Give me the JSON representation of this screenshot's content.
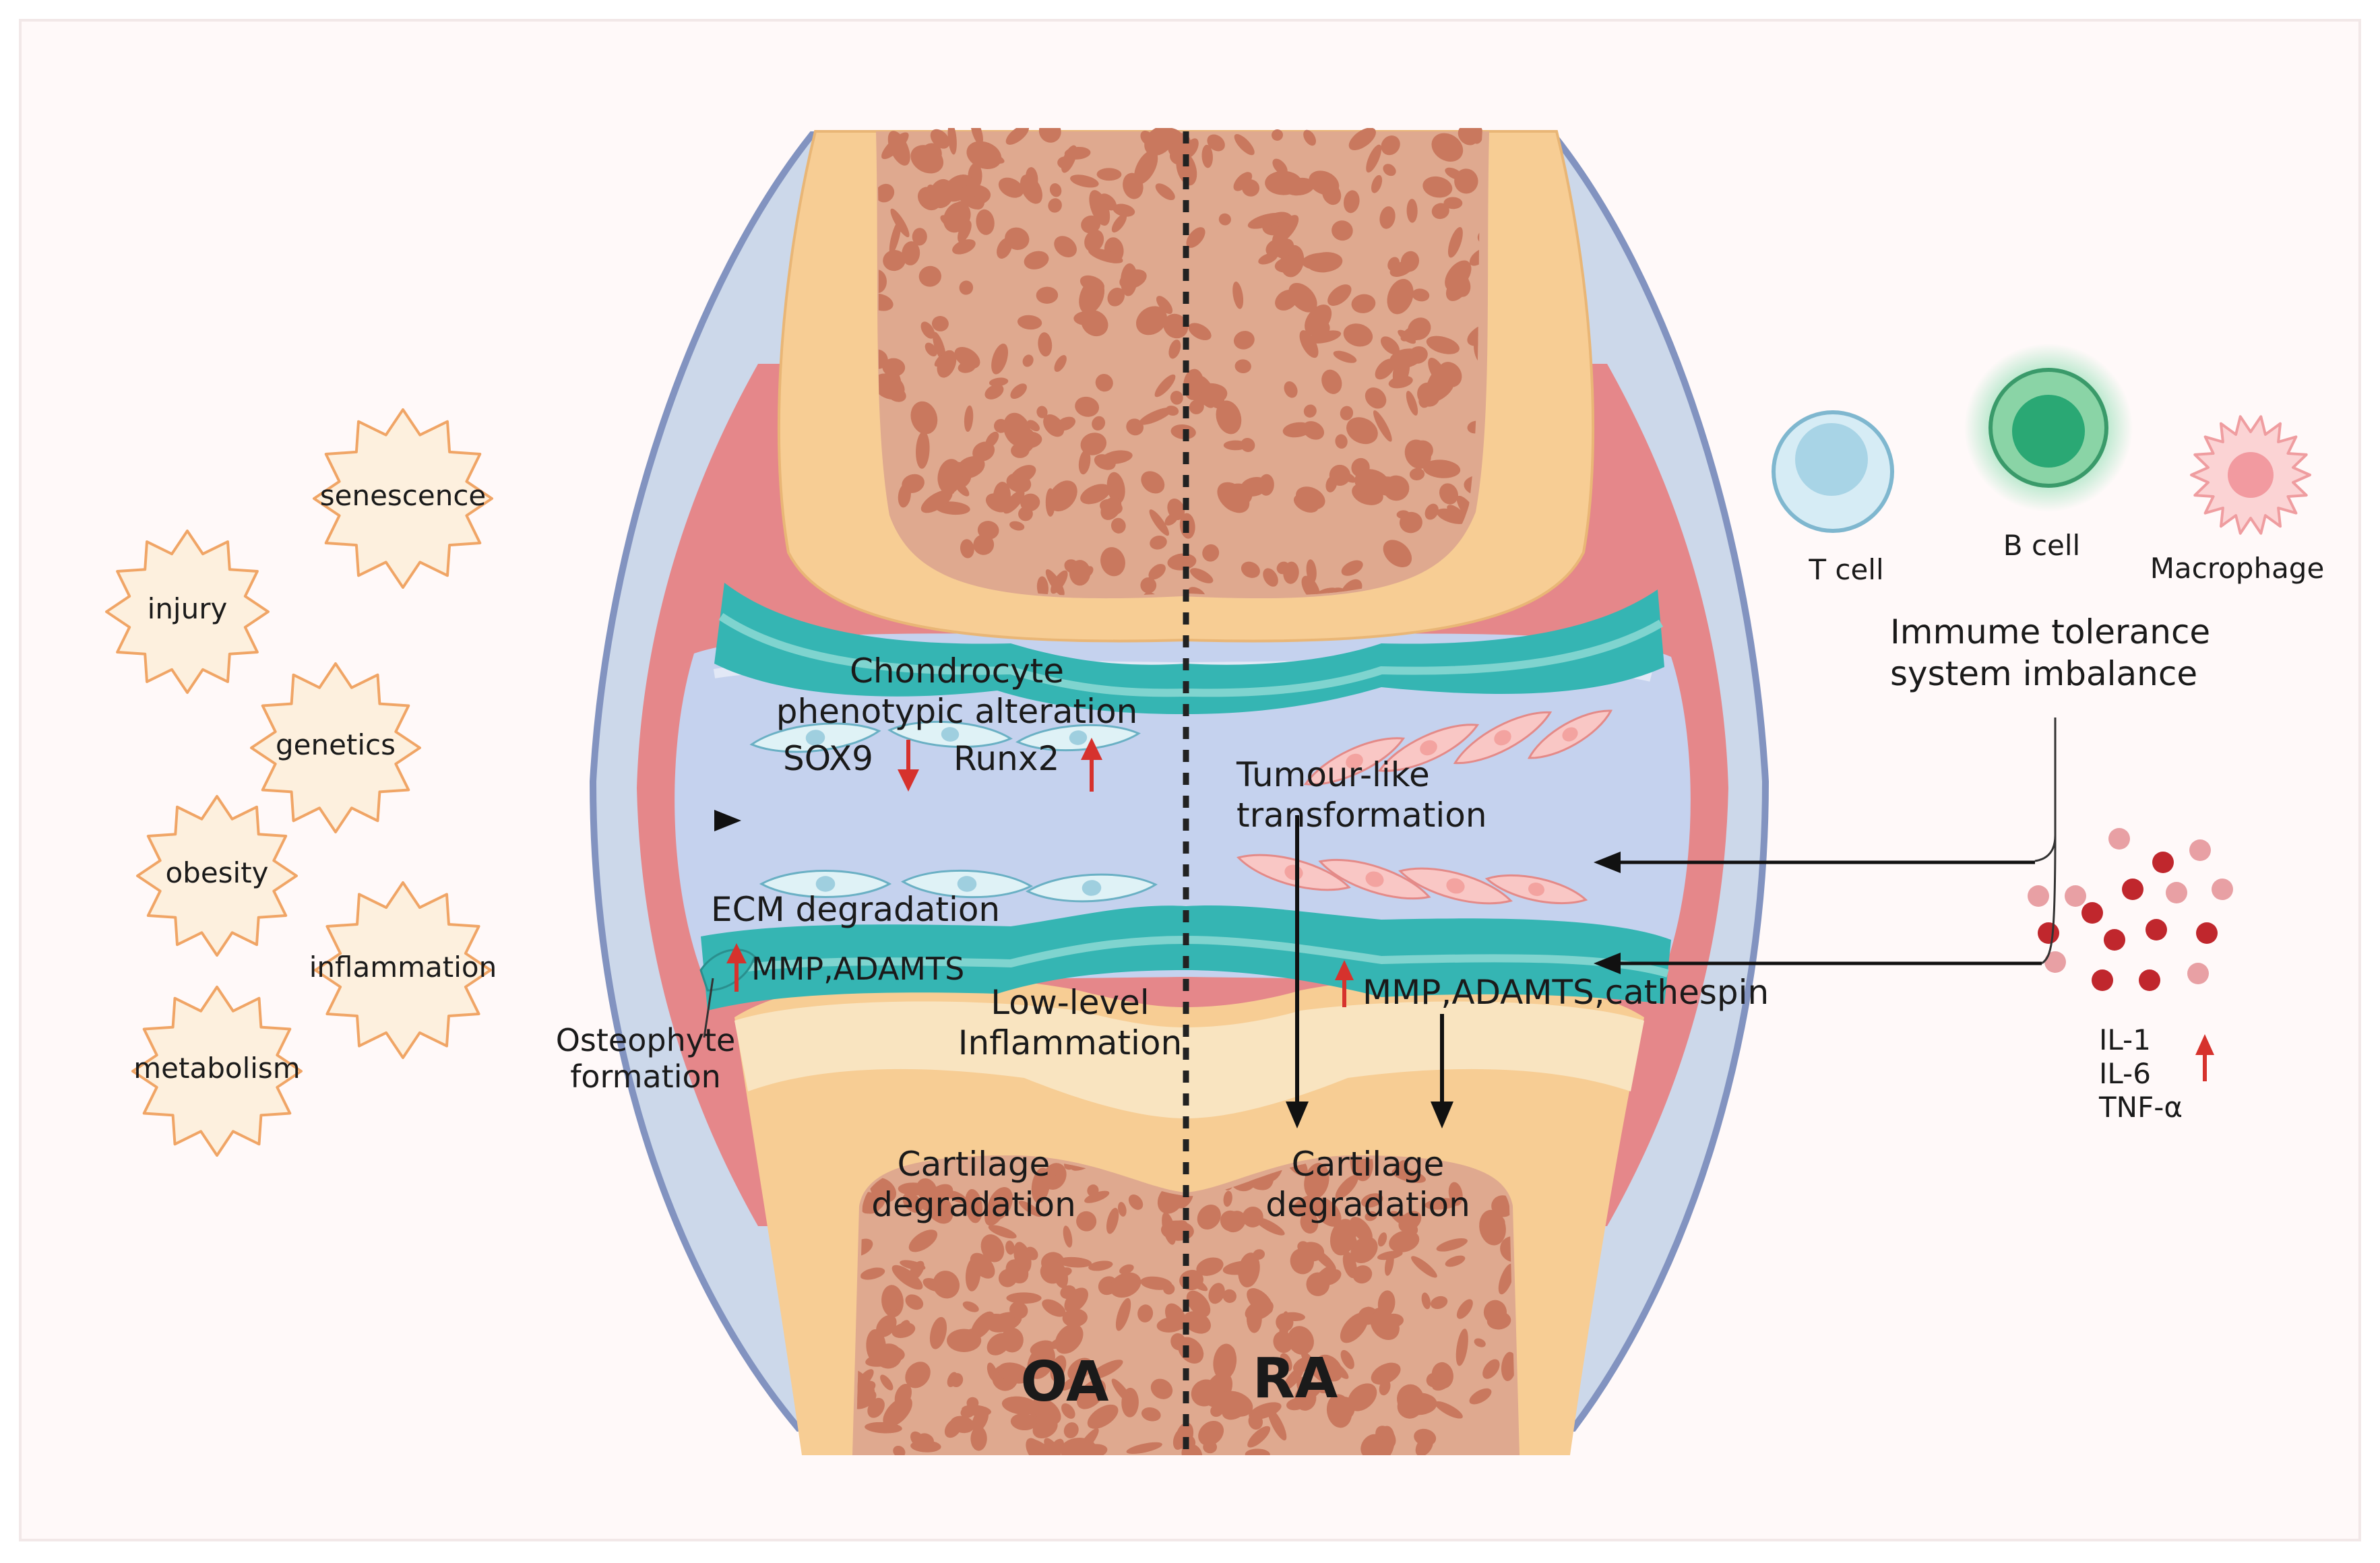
{
  "factors": [
    "senescence",
    "injury",
    "genetics",
    "obesity",
    "inflammation",
    "metabolism"
  ],
  "cells": {
    "t_cell": "T cell",
    "b_cell": "B cell",
    "macrophage": "Macrophage"
  },
  "immune": {
    "line1": "Immume tolerance",
    "line2": "system  imbalance"
  },
  "cytokines": [
    "IL-1",
    "IL-6",
    "TNF-α"
  ],
  "oa": {
    "chondro_1": "Chondrocyte",
    "chondro_2": "phenotypic alteration",
    "sox9": "SOX9",
    "runx2": "Runx2",
    "ecm": "ECM degradation",
    "mmp": "MMP,ADAMTS",
    "osteo_1": "Osteophyte",
    "osteo_2": "formation",
    "low_1": "Low-level",
    "low_2": "Inflammation",
    "cart_1": "Cartilage",
    "cart_2": "degradation",
    "label": "OA"
  },
  "ra": {
    "tumour_1": "Tumour-like",
    "tumour_2": "transformation",
    "mmp": "MMP,ADAMTS,cathespin",
    "cart_1": "Cartilage",
    "cart_2": "degradation",
    "label": "RA"
  },
  "colors": {
    "bone_inner": "#dfa98f",
    "bone_pore": "#c9785e",
    "bone_outer": "#f7cd94",
    "cartilage": "#f9e4c0",
    "teal": "#35b5b3",
    "synovium": "#e5878a",
    "capsule": "#c9d5e8",
    "capsule_edge": "#8293c0",
    "fluid": "#c6d3ef",
    "star_fill": "#fdf0de",
    "star_stroke": "#f0a566",
    "arrow_red": "#d6322d"
  }
}
